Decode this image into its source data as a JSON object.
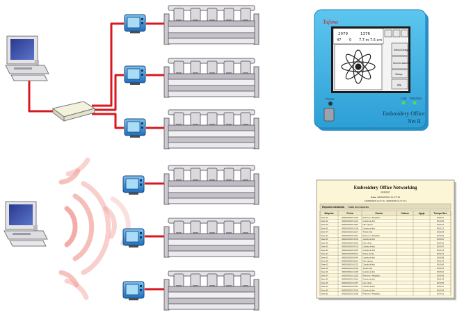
{
  "colors": {
    "cable": "#d8171f",
    "machine_frame": "#d3d1d6",
    "machine_dark": "#6e6a72",
    "controller_blue": "#2f7fcf",
    "panel_blue": "#3fb2e6",
    "wireless_wave": "#f2a8a2",
    "report_paper": "#fdf6d6"
  },
  "icons": {
    "computer": "desktop-computer-icon",
    "hub": "network-hub-icon",
    "controller": "machine-controller-icon",
    "machine": "embroidery-machine-icon",
    "wireless": "wireless-signal-icon"
  },
  "control_panel": {
    "brand": "Tajima",
    "status_left": "2079",
    "status_mid": "1376",
    "status_a": "47",
    "status_b": "0",
    "status_c": "7.7 m 7.5 cm",
    "btn_select_design": "Select Design",
    "btn_send_machine": "Send to Machine",
    "btn_setup": "Setup",
    "btn_ok": "Ok",
    "power_label": "Power",
    "link_label": "Link",
    "machine_label": "Machine",
    "product_name_line1": "Embroidery Office",
    "product_name_line2": "Net II"
  },
  "report": {
    "title": "Embroidery Office Networking",
    "subtitle": "REPORT",
    "date_line": "Data: 09/09/2009 11:17:10",
    "range_line": "( 09/08/2009 11:17:10 - 09/09/2009 11:17:10 )",
    "section_label": "Reports detailed:",
    "section_value": "Todas las máquinas",
    "columns": [
      "Máquina",
      "Fecha",
      "Evento",
      "Cabeza",
      "Aguja",
      "Tiempo libre"
    ],
    "rows": [
      [
        "Slave 01",
        "09/09/2009 09:12:04",
        "Resumen / Respaldo...",
        "",
        "",
        "00:06:27"
      ],
      [
        "Slave 02",
        "09/09/2009 09:14:22",
        "Cambio de hilo",
        "",
        "",
        "00:00:45"
      ],
      [
        "Slave 03",
        "09/09/2009 09:18:51",
        "Hilo superior",
        "",
        "",
        "00:02:10"
      ],
      [
        "Slave 01",
        "09/09/2009 09:21:08",
        "Cambio de hilo",
        "",
        "",
        "00:01:12"
      ],
      [
        "Slave 04",
        "09/09/2009 09:25:37",
        "Tensión hilo",
        "",
        "",
        "00:00:38"
      ],
      [
        "Slave 02",
        "09/09/2009 09:29:14",
        "Resumen / Respaldo...",
        "",
        "",
        "00:03:02"
      ],
      [
        "Slave 05",
        "09/09/2009 09:33:46",
        "Cambio de hilo",
        "",
        "",
        "00:00:51"
      ],
      [
        "Slave 03",
        "09/09/2009 09:38:02",
        "Hilo inferior",
        "",
        "",
        "00:04:16"
      ],
      [
        "Slave 01",
        "09/09/2009 09:41:29",
        "Cambio de hilo",
        "",
        "",
        "00:00:47"
      ],
      [
        "Slave 06",
        "09/09/2009 09:45:55",
        "Cambio de hilo",
        "",
        "",
        "00:01:33"
      ],
      [
        "Slave 04",
        "09/09/2009 09:50:11",
        "Rotura de hilo",
        "",
        "",
        "00:02:21"
      ],
      [
        "Slave 02",
        "09/09/2009 09:54:40",
        "Cambio de hilo",
        "",
        "",
        "00:00:58"
      ],
      [
        "Slave 05",
        "09/09/2009 09:58:17",
        "Hilo superior",
        "",
        "",
        "00:01:44"
      ],
      [
        "Slave 03",
        "09/09/2009 10:02:33",
        "Cambio de hilo",
        "",
        "",
        "00:00:36"
      ],
      [
        "Slave 06",
        "09/09/2009 10:06:49",
        "Tensión hilo",
        "",
        "",
        "00:03:12"
      ],
      [
        "Slave 01",
        "09/09/2009 10:11:05",
        "Cambio de hilo",
        "",
        "",
        "00:00:42"
      ],
      [
        "Slave 04",
        "09/09/2009 10:15:28",
        "Resumen / Respaldo...",
        "",
        "",
        "00:05:09"
      ],
      [
        "Slave 02",
        "09/09/2009 10:19:44",
        "Cambio de hilo",
        "",
        "",
        "00:01:03"
      ],
      [
        "Slave 05",
        "09/09/2009 10:23:57",
        "Hilo inferior",
        "",
        "",
        "00:00:55"
      ],
      [
        "Slave 03",
        "09/09/2009 10:28:13",
        "Cambio de hilo",
        "",
        "",
        "00:02:27"
      ],
      [
        "Slave 06",
        "09/09/2009 10:32:40",
        "Cambio de hilo",
        "",
        "",
        "00:00:49"
      ],
      [
        "Slave 01",
        "09/09/2009 10:36:58",
        "Resumen / Respaldo...",
        "",
        "",
        "00:04:31"
      ]
    ]
  }
}
